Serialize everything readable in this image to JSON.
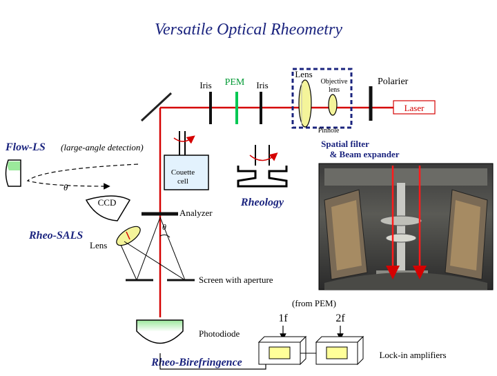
{
  "title": "Versatile Optical Rheometry",
  "labels": {
    "iris_left": "Iris",
    "pem": "PEM",
    "iris_right": "Iris",
    "lens_top": "Lens",
    "objective_lens_line1": "Objective",
    "objective_lens_line2": "lens",
    "polarier": "Polarier",
    "laser": "Laser",
    "pinhole": "Pinhole",
    "spatial_filter_line1": "Spatial filter",
    "spatial_filter_line2": "& Beam expander",
    "flow_ls": "Flow-LS",
    "large_angle": "(large-angle detection)",
    "theta_flow": "θ",
    "couette_line1": "Couette",
    "couette_line2": "cell",
    "ccd": "CCD",
    "analyzer": "Analyzer",
    "rheology": "Rheology",
    "rheo_sals": "Rheo-SALS",
    "theta_sals": "θ",
    "lens_bottom": "Lens",
    "screen_aperture": "Screen with aperture",
    "from_pem": "(from PEM)",
    "one_f": "1f",
    "two_f": "2f",
    "photodiode": "Photodiode",
    "rheo_birefringence": "Rheo-Birefringence",
    "lockin": "Lock-in amplifiers"
  },
  "colors": {
    "title": "#1a237e",
    "beam": "#d50000",
    "pem": "#00c853",
    "flow_label": "#1a237e",
    "rheology": "#1a237e",
    "lens_fill": "#f4f49a",
    "lockin_fill": "#ffff99",
    "dashed_box": "#1a237e"
  }
}
